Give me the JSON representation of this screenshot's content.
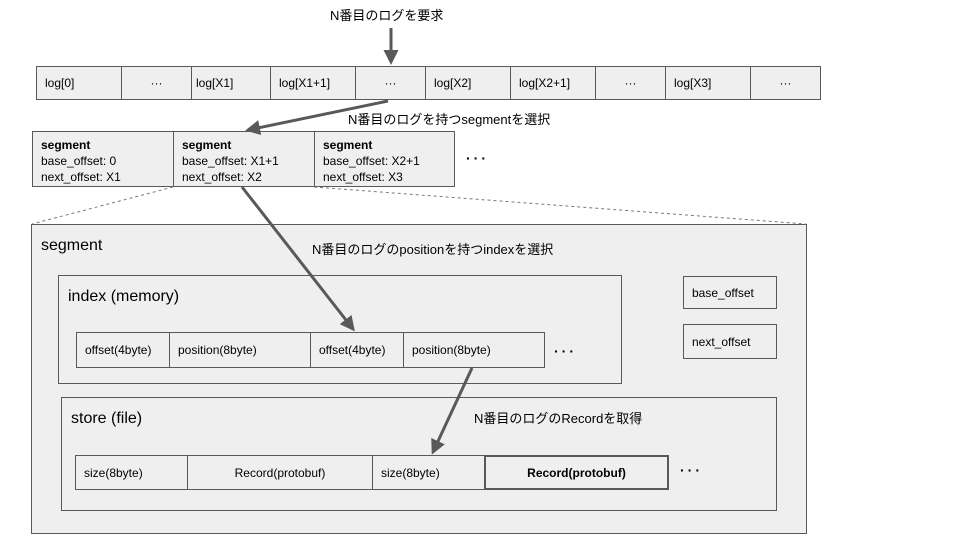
{
  "top_label": "N番目のログを要求",
  "log_row": {
    "cells": [
      "log[0]",
      "···",
      "log[X1]",
      "log[X1+1]",
      "···",
      "log[X2]",
      "log[X2+1]",
      "···",
      "log[X3]",
      "···"
    ]
  },
  "select_segment_label": "N番目のログを持つsegmentを選択",
  "segments": [
    {
      "name": "segment",
      "base": "base_offset: 0",
      "next": "next_offset: X1"
    },
    {
      "name": "segment",
      "base": "base_offset: X1+1",
      "next": "next_offset: X2"
    },
    {
      "name": "segment",
      "base": "base_offset: X2+1",
      "next": "next_offset: X3"
    }
  ],
  "segments_more": "···",
  "detail": {
    "title": "segment",
    "select_index_label": "N番目のログのpositionを持つindexを選択",
    "index": {
      "title": "index (memory)",
      "cells": [
        "offset(4byte)",
        "position(8byte)",
        "offset(4byte)",
        "position(8byte)"
      ],
      "more": "···"
    },
    "store": {
      "title": "store (file)",
      "get_record_label": "N番目のログのRecordを取得",
      "cells": [
        "size(8byte)",
        "Record(protobuf)",
        "size(8byte)",
        "Record(protobuf)"
      ],
      "more": "···"
    },
    "fields": [
      "base_offset",
      "next_offset"
    ]
  },
  "colors": {
    "fill": "#efefef",
    "border": "#595959",
    "arrow": "#595959"
  }
}
